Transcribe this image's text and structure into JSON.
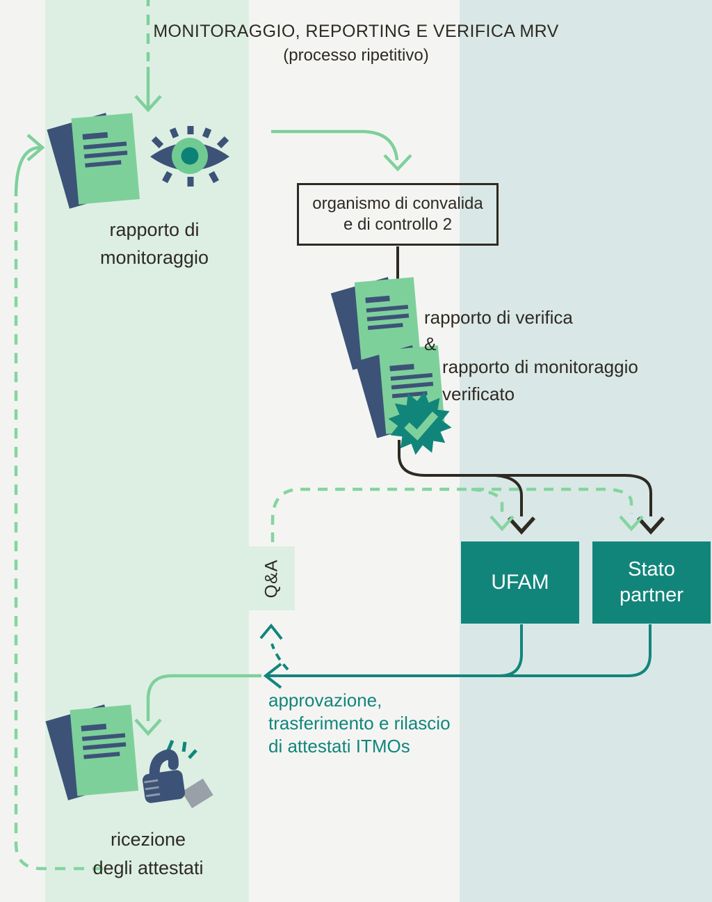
{
  "title": {
    "line1": "MONITORAGGIO, REPORTING E VERIFICA MRV",
    "line2": "(processo ripetitivo)"
  },
  "monitoring_report": {
    "line1": "rapporto di",
    "line2": "monitoraggio"
  },
  "validation_body": {
    "line1": "organismo di convalida",
    "line2": "e di controllo 2"
  },
  "verification_outputs": {
    "item1": "rapporto di verifica",
    "separator": "&",
    "item2_line1": "rapporto di monitoraggio",
    "item2_line2": "verificato"
  },
  "qa_label": "Q&A",
  "ufam_label": "UFAM",
  "stato_partner": {
    "line1": "Stato",
    "line2": "partner"
  },
  "approval_note": {
    "line1": "approvazione,",
    "line2": "trasferimento e rilascio",
    "line3": "di attestati ITMOs"
  },
  "receipt": {
    "line1": "ricezione",
    "line2": "degli attestati"
  },
  "icons": {
    "monitoring_report_icon": "document",
    "review_icon": "eye",
    "verification_report_icon": "document",
    "verified_report_icon": "document",
    "verified_badge_icon": "check-starburst",
    "receipt_document_icon": "document",
    "approval_icon": "thumbs-up"
  },
  "colors": {
    "accent_green": "#7ed09b",
    "accent_green_dashed": "#85d4a0",
    "teal": "#12857b",
    "navy": "#3c5377",
    "dark_line": "#2e2a22",
    "band_green": "#ddefe3",
    "band_teal": "#d9e8e6",
    "band_white": "#f4f5f3",
    "iris_green": "#6fcb92",
    "check_green": "#7fd19c",
    "cuff_gray": "#9aa0a8",
    "box_text": "#ffffff"
  }
}
